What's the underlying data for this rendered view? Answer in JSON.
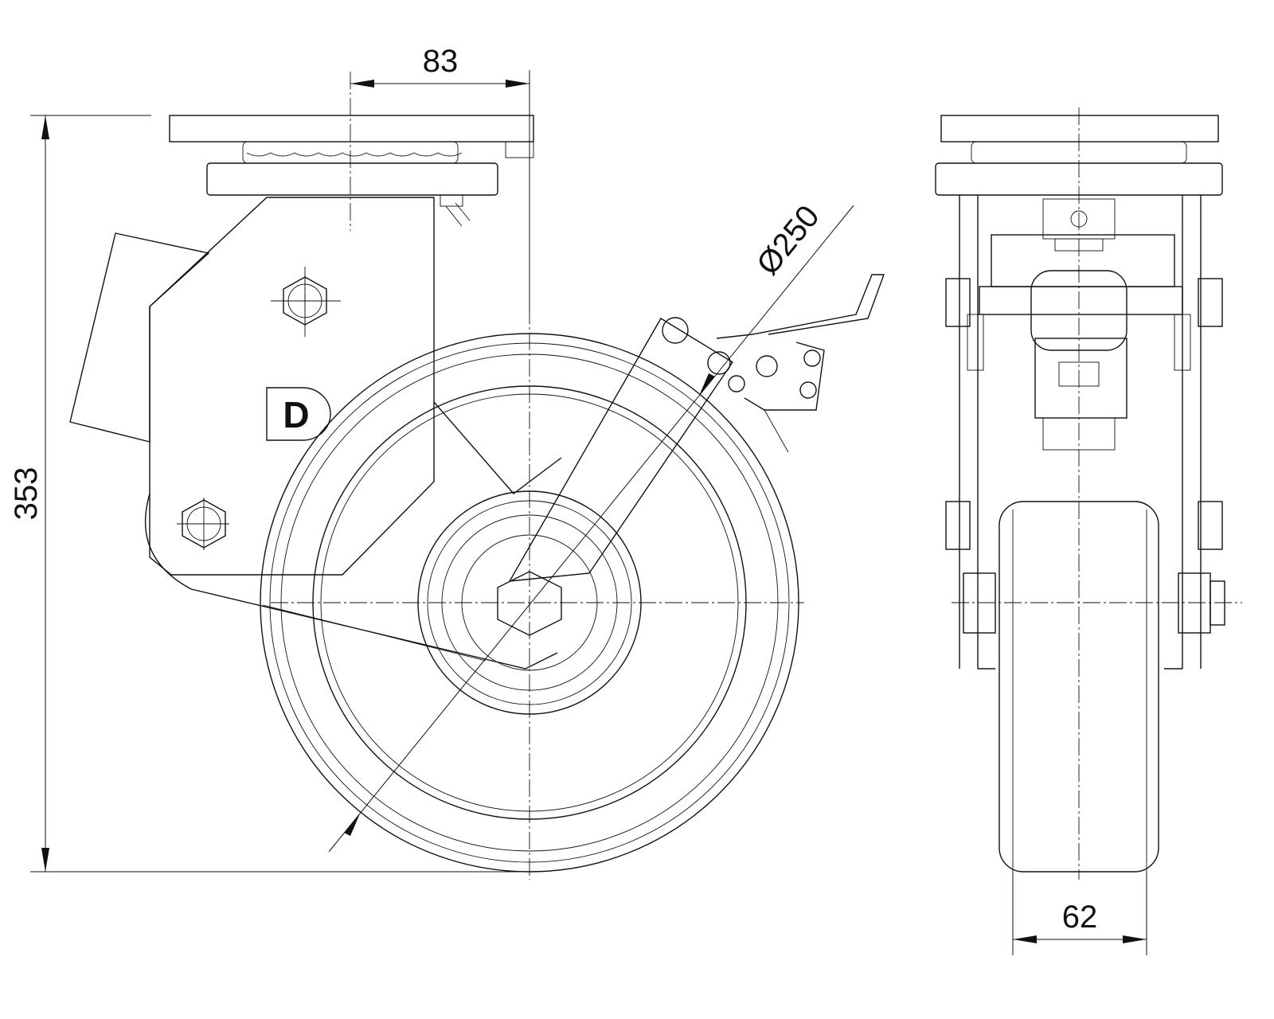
{
  "drawing": {
    "title": "Swivel castor with brake - technical drawing",
    "dimensions": {
      "offset": "83",
      "height": "353",
      "wheel_diameter": "Ø250",
      "wheel_width": "62"
    },
    "logo_text": "D"
  }
}
